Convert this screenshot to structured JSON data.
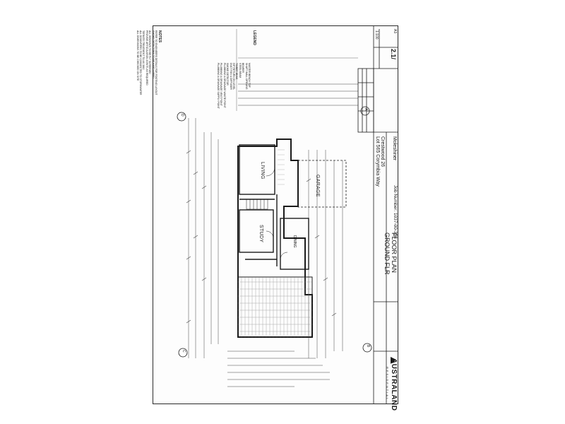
{
  "notes": {
    "heading": "NOTES",
    "items": [
      "REFER TO ENGINEERS DETAILS FOR FOOTING LAYOUT",
      "SMOKE DETECTORS TO BE HARD WIRED",
      "ALL WINDOWS TO BE FLY SCREENED",
      "PROVIDE ARTICULATION JOINTS AS REQUIRED",
      "TERMITE TREATMENT TO AS 3660",
      "ALL DOWNPIPES TO BE CONNECTED TO STORMWATER",
      "ALL DIMENSIONS TO BE CHECKED ON SITE"
    ]
  },
  "legend": {
    "heading": "LEGEND",
    "items": [
      "MASTER BENCH TOP",
      "SHAFT WALL OPENING",
      "BEARER",
      "STEEL BEAM",
      "TIMBER BEAM",
      "HIP RETURN ON LEVEL",
      "DUCT FAN & DIFFUSER",
      "SMOKE DETECTOR",
      "PLUMBING & DRAINAGE WASTE POINT",
      "PLUMBING & DRAINAGE VENT POINT",
      "PLUMBING & DRAINAGE SUPPLY POINT"
    ]
  },
  "rooms": {
    "living": "LIVING",
    "garage": "GARAGE",
    "study": "STUDY",
    "dining": "DINING"
  },
  "grid_markers": [
    "D",
    "A",
    "C",
    "B"
  ],
  "title_block": {
    "title": "FLOOR PLAN",
    "subtitle": "GROUND FLR",
    "client": "Crestwood 26",
    "address": "Lot 565 Corymbia Way",
    "suburb": "Moleshiner",
    "job_number": "Job Number: 1037-00-358",
    "sheet": "2.1/",
    "scale": "1:100",
    "size": "A3"
  },
  "logo": {
    "name": "AUSTRALAND",
    "sub": "RESIDENTIAL"
  }
}
